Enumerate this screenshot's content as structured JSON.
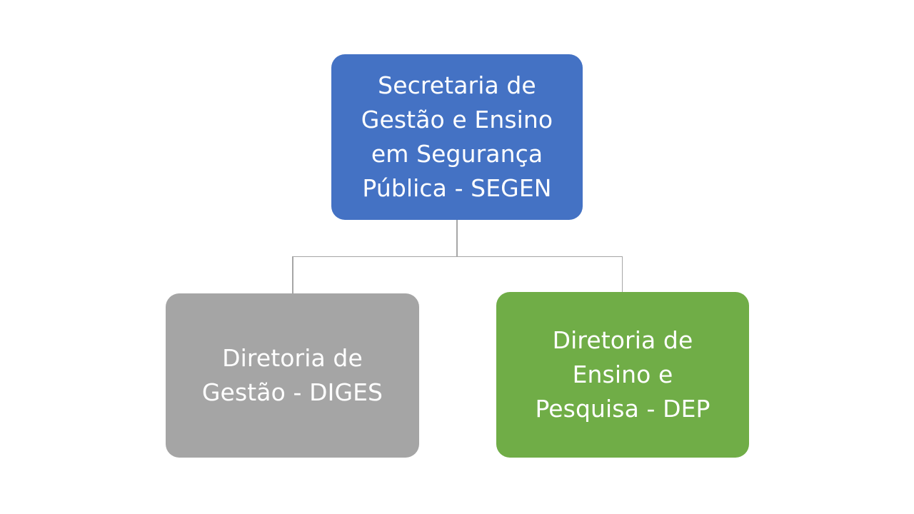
{
  "diagram": {
    "type": "organizational-chart",
    "background_color": "#FFFFFF",
    "connector_color": "#A6A6A6",
    "text_color": "#FFFFFF",
    "nodes": [
      {
        "id": "segen",
        "role": "root",
        "label": "Secretaria de\nGestão e Ensino\nem Segurança\nPública - SEGEN",
        "lines": [
          "Secretaria de",
          "Gestão e Ensino",
          "em Segurança",
          "Pública - SEGEN"
        ],
        "acronym": "SEGEN",
        "fill_color": "#4472C4"
      },
      {
        "id": "diges",
        "role": "child",
        "label": "Diretoria de\nGestão - DIGES",
        "lines": [
          "Diretoria de",
          "Gestão - DIGES"
        ],
        "acronym": "DIGES",
        "fill_color": "#A5A5A5"
      },
      {
        "id": "dep",
        "role": "child",
        "label": "Diretoria de\nEnsino e\nPesquisa - DEP",
        "lines": [
          "Diretoria de",
          "Ensino e",
          "Pesquisa - DEP"
        ],
        "acronym": "DEP",
        "fill_color": "#70AD47"
      }
    ],
    "edges": [
      {
        "from": "segen",
        "to": "diges"
      },
      {
        "from": "segen",
        "to": "dep"
      }
    ]
  }
}
